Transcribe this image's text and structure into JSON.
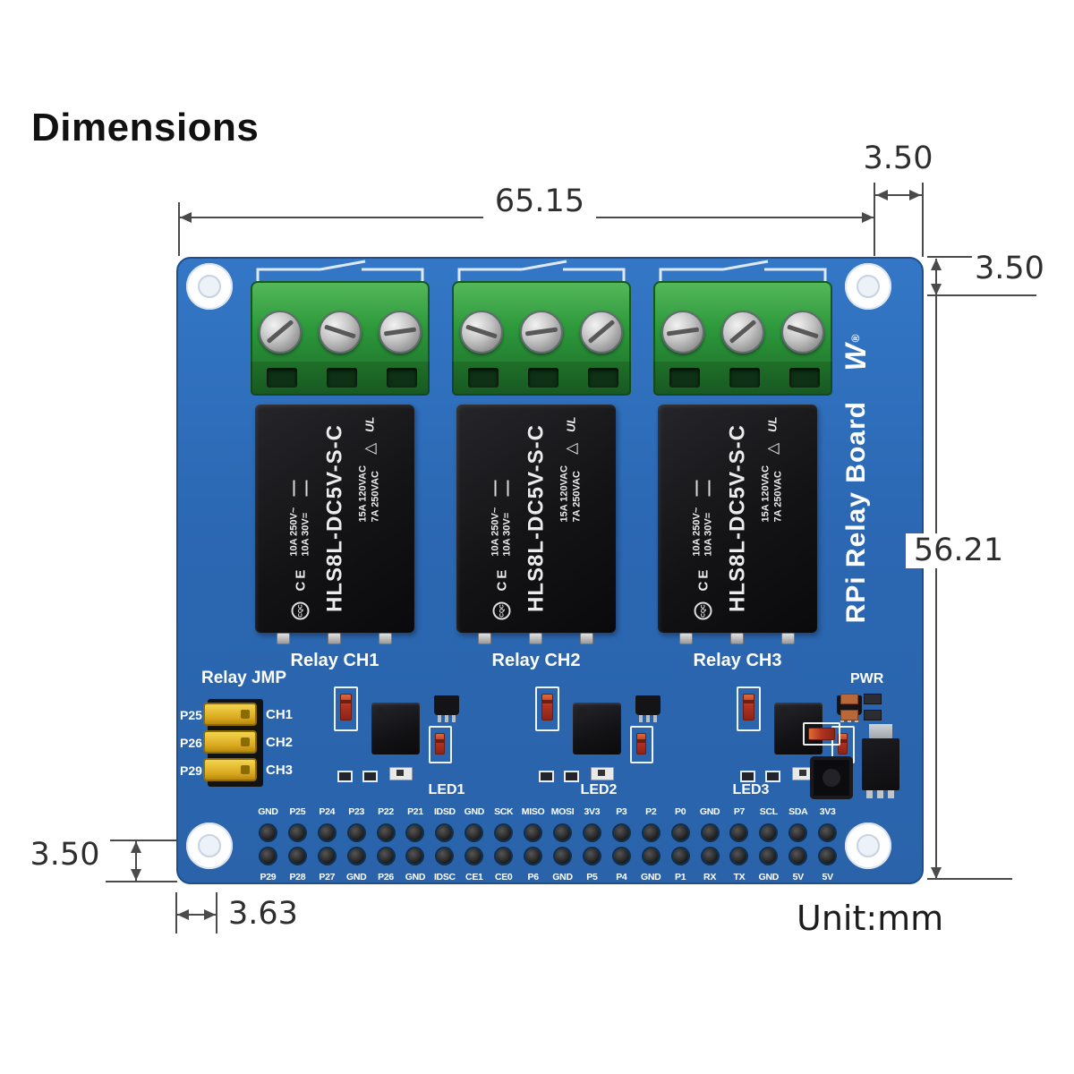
{
  "title": "Dimensions",
  "unit_label": "Unit:mm",
  "dims": {
    "width_top": "65.15",
    "offset_top_right": "3.50",
    "offset_right_top": "3.50",
    "height_right": "56.21",
    "offset_bottom_left": "3.50",
    "offset_bottom_edge": "3.63"
  },
  "board": {
    "vertical_name": "RPi Relay Board",
    "logo_mark": "W",
    "logo_reg": "®",
    "relay_jmp_label": "Relay JMP",
    "pwr_label": "PWR",
    "jumper_left_labels": [
      "P25",
      "P26",
      "P29"
    ],
    "jumper_right_labels": [
      "CH1",
      "CH2",
      "CH3"
    ],
    "led_labels": [
      "LED1",
      "LED2",
      "LED3"
    ],
    "relays": [
      {
        "channel_label": "Relay CH1",
        "model": "HLS8L-DC5V-S-C",
        "rating_top_1": "15A 120VAC",
        "rating_top_2": "7A 250VAC",
        "rating_bottom_1": "10A 250V~",
        "rating_bottom_2": "10A 30V=",
        "mark_ce": "CE",
        "mark_cqc": "CQC",
        "mark_tri": "△",
        "mark_ul": "UL"
      },
      {
        "channel_label": "Relay CH2",
        "model": "HLS8L-DC5V-S-C",
        "rating_top_1": "15A 120VAC",
        "rating_top_2": "7A 250VAC",
        "rating_bottom_1": "10A 250V~",
        "rating_bottom_2": "10A 30V=",
        "mark_ce": "CE",
        "mark_cqc": "CQC",
        "mark_tri": "△",
        "mark_ul": "UL"
      },
      {
        "channel_label": "Relay CH3",
        "model": "HLS8L-DC5V-S-C",
        "rating_top_1": "15A 120VAC",
        "rating_top_2": "7A 250VAC",
        "rating_bottom_1": "10A 250V~",
        "rating_bottom_2": "10A 30V=",
        "mark_ce": "CE",
        "mark_cqc": "CQC",
        "mark_tri": "△",
        "mark_ul": "UL"
      }
    ],
    "gpio_top_labels": [
      "GND",
      "P25",
      "P24",
      "P23",
      "P22",
      "P21",
      "IDSD",
      "GND",
      "SCK",
      "MISO",
      "MOSI",
      "3V3",
      "P3",
      "P2",
      "P0",
      "GND",
      "P7",
      "SCL",
      "SDA",
      "3V3"
    ],
    "gpio_bottom_labels": [
      "P29",
      "P28",
      "P27",
      "GND",
      "P26",
      "GND",
      "IDSC",
      "CE1",
      "CE0",
      "P6",
      "GND",
      "P5",
      "P4",
      "GND",
      "P1",
      "RX",
      "TX",
      "GND",
      "5V",
      "5V"
    ]
  }
}
